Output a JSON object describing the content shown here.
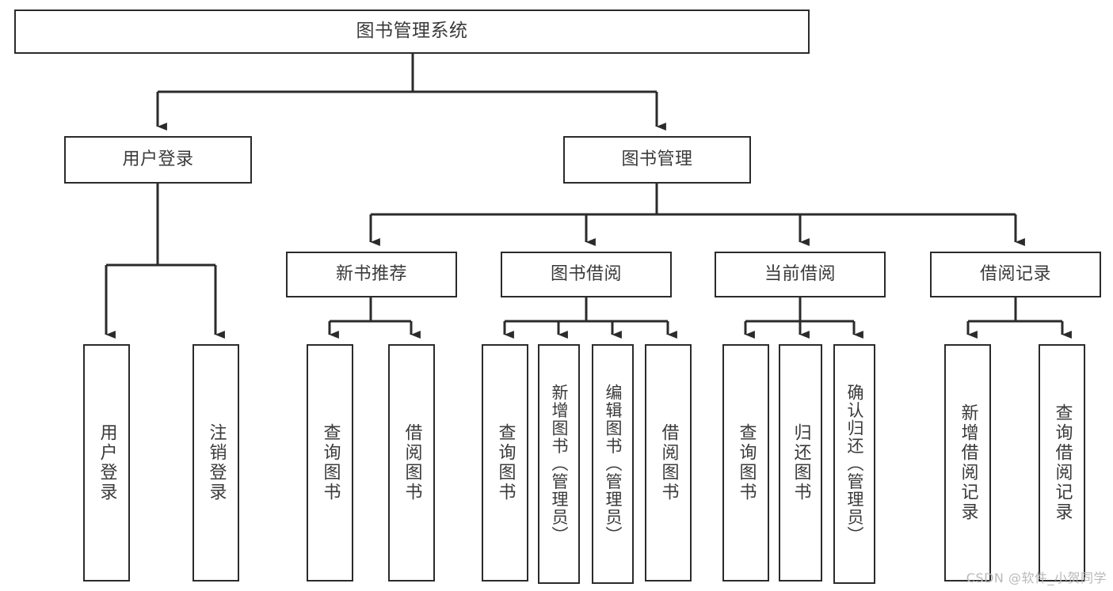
{
  "diagram": {
    "title": "图书管理系统",
    "type": "tree",
    "watermark": "CSDN @软件_小贺同学",
    "colors": {
      "stroke": "#2b2b2b",
      "text": "#3a3a3a",
      "background": "#ffffff",
      "watermark": "#b9b9b9"
    },
    "nodes": {
      "root": "图书管理系统",
      "user_login": "用户登录",
      "book_manage": "图书管理",
      "new_book_rec": "新书推荐",
      "book_borrow": "图书借阅",
      "current_borrow": "当前借阅",
      "borrow_record": "借阅记录",
      "leaf_user_login": "用户登录",
      "leaf_logout_login": "注销登录",
      "leaf_query_book_1": "查询图书",
      "leaf_borrow_book_1": "借阅图书",
      "leaf_query_book_2": "查询图书",
      "leaf_add_book_admin": "新增图书（管理员）",
      "leaf_edit_book_admin": "编辑图书（管理员）",
      "leaf_borrow_book_2": "借阅图书",
      "leaf_query_book_3": "查询图书",
      "leaf_return_book": "归还图书",
      "leaf_confirm_return_admin": "确认归还（管理员）",
      "leaf_add_borrow_record": "新增借阅记录",
      "leaf_query_borrow_record": "查询借阅记录"
    }
  }
}
